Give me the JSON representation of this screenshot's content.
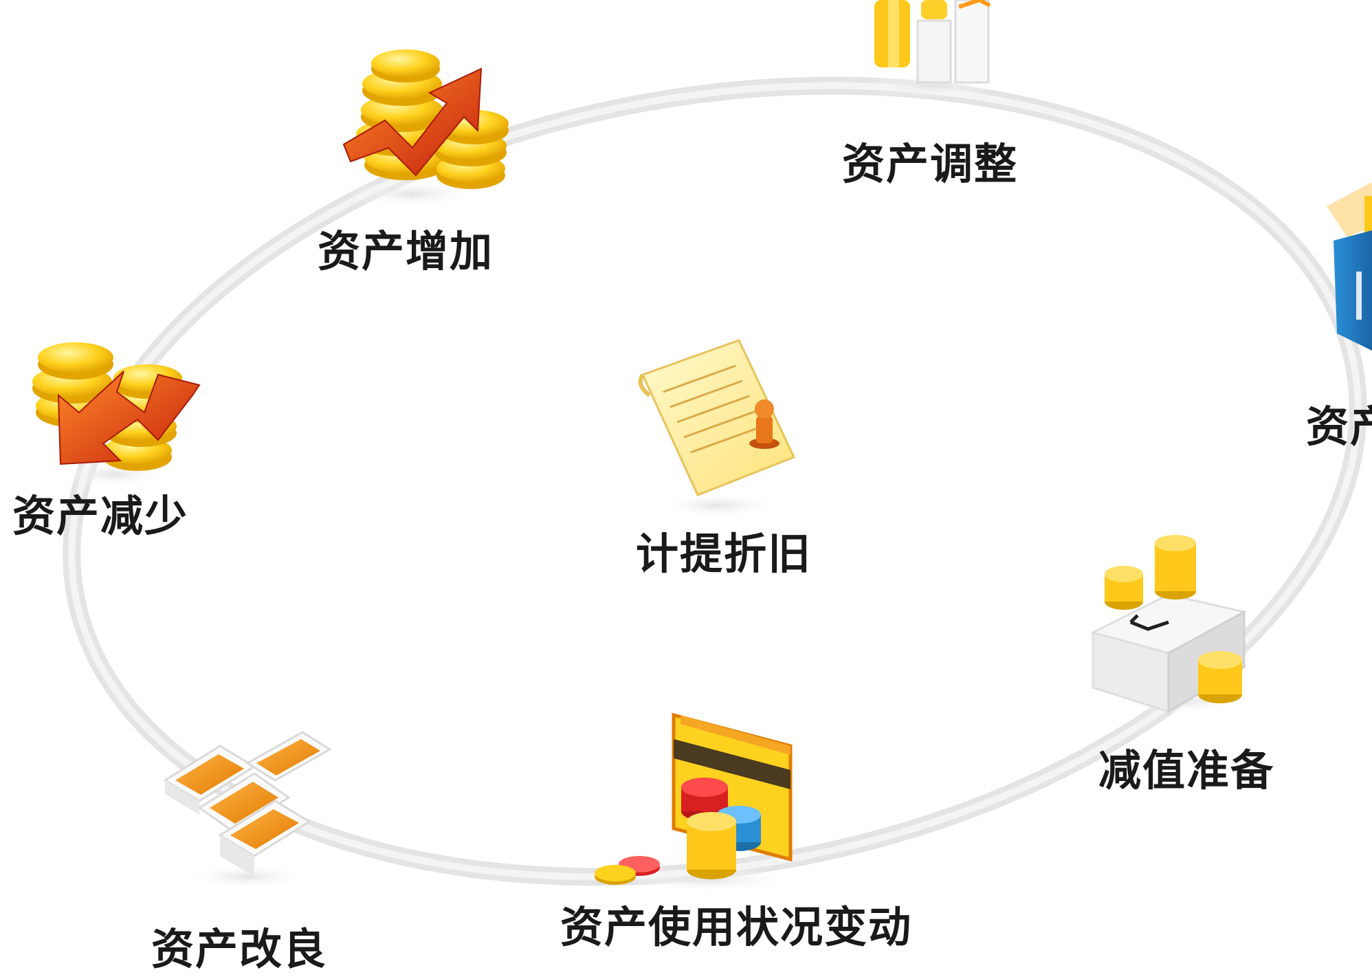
{
  "diagram": {
    "center": {
      "label": "计提折旧",
      "icon": "document-stamp-icon"
    },
    "nodes": [
      {
        "id": "adjust",
        "label": "资产调整",
        "icon": "bar-chart-coins-icon"
      },
      {
        "id": "increase",
        "label": "资产增加",
        "icon": "coins-up-arrow-icon"
      },
      {
        "id": "decrease",
        "label": "资产减少",
        "icon": "coins-down-arrow-icon"
      },
      {
        "id": "improve",
        "label": "资产改良",
        "icon": "orange-tiles-icon"
      },
      {
        "id": "usage",
        "label": "资产使用状况变动",
        "icon": "card-chips-icon"
      },
      {
        "id": "impairment",
        "label": "减值准备",
        "icon": "coin-box-clock-icon"
      },
      {
        "id": "partial",
        "label": "资产",
        "icon": "blue-box-icon"
      }
    ],
    "colors": {
      "ring": "#d9d9d9",
      "coin": "#ffd21f",
      "arrow": "#e03a12",
      "tile": "#f39c12",
      "paper": "#fff3a6",
      "box_blue": "#2b8fd6"
    }
  }
}
